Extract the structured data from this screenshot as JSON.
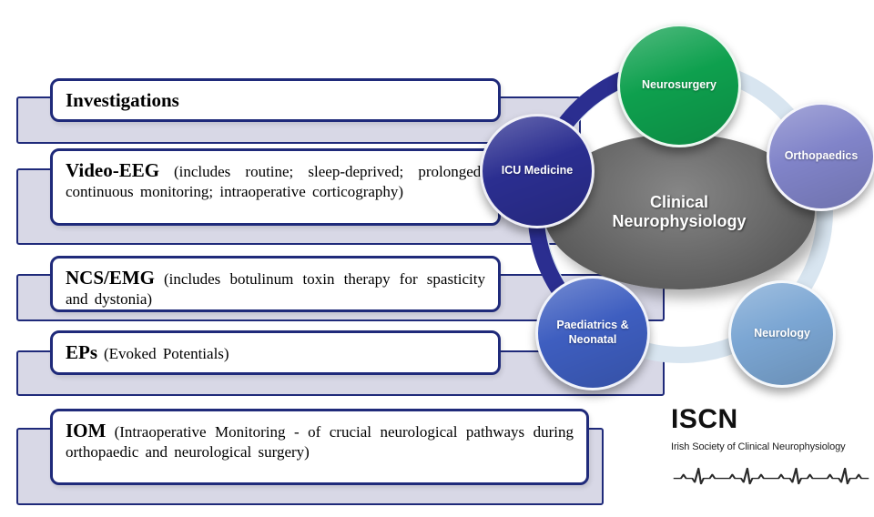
{
  "list": {
    "items": [
      {
        "title": "Investigations",
        "desc": ""
      },
      {
        "title": "Video-EEG",
        "desc": "(includes routine; sleep-deprived; prolonged; continuous monitoring; intraoperative corticography)"
      },
      {
        "title": "NCS/EMG",
        "desc": "(includes botulinum toxin therapy for spasticity and dystonia)"
      },
      {
        "title": "EPs",
        "desc": "(Evoked Potentials)"
      },
      {
        "title": "IOM",
        "desc": "(Intraoperative Monitoring - of crucial neurological pathways during orthopaedic and neurological surgery)"
      }
    ]
  },
  "diagram": {
    "center_label": "Clinical Neurophysiology",
    "nodes": [
      {
        "label": "Neurosurgery",
        "color": "#0ea04e"
      },
      {
        "label": "Orthopaedics",
        "color": "#8184c9"
      },
      {
        "label": "Neurology",
        "color": "#7ba6d3"
      },
      {
        "label": "Paediatrics & Neonatal",
        "color": "#3e5ec0"
      },
      {
        "label": "ICU Medicine",
        "color": "#2b2e90"
      }
    ]
  },
  "logo": {
    "acronym": "ISCN",
    "name": "Irish Society of Clinical Neurophysiology"
  },
  "colors": {
    "box_border": "#1f2a7a",
    "shadow_bar_fill": "#d8d8e6",
    "ring": "#d8e5f0",
    "ring_accent": "#2b2e90",
    "center_fill": "#5f5f5f"
  }
}
